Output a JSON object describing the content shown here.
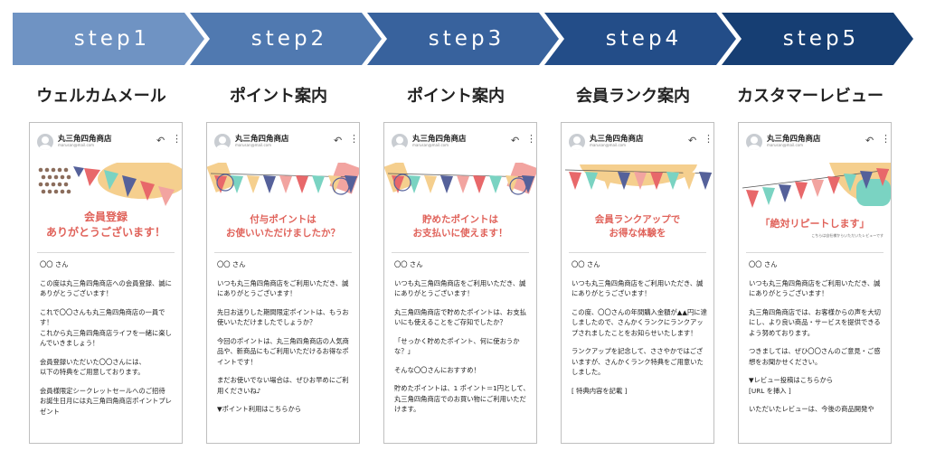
{
  "colors": {
    "steps": [
      "#6f93c3",
      "#5079b0",
      "#38629d",
      "#234d88",
      "#163e73"
    ],
    "headline": "#e0625a",
    "bunting": [
      "#e8686a",
      "#7ad3c2",
      "#f5cf8e",
      "#55619a",
      "#f2a4a0"
    ]
  },
  "steps": [
    "step1",
    "step2",
    "step3",
    "step4",
    "step5"
  ],
  "cards": [
    {
      "title": "ウェルカムメール",
      "shop": "丸三角四角商店",
      "mail": "marusan@mail.com",
      "headline": "会員登録\nありがとうございます！",
      "body": [
        "〇〇 さん",
        "この度は丸三角四角商店への会員登録、誠にありがとうございます！",
        "これで〇〇さんも丸三角四角商店の一員です！\nこれから丸三角四角商店ライフを一緒に楽しんでいきましょう！",
        "会員登録いただいた〇〇さんには、\n以下の特典をご用意しております。",
        "会員様限定シークレットセールへのご招待\nお誕生日月には丸三角四角商店ポイントプレゼント"
      ]
    },
    {
      "title": "ポイント案内",
      "shop": "丸三角四角商店",
      "mail": "marusan@mail.com",
      "headline": "付与ポイントは\nお使いいただけましたか？",
      "body": [
        "〇〇 さん",
        "いつも丸三角四角商店をご利用いただき、誠にありがとうございます！",
        "先日お送りした期間限定ポイントは、もうお使いいただけましたでしょうか？",
        "今回のポイントは、丸三角四角商店の人気商品や、新商品にもご利用いただけるお得なポイントです！",
        "まだお使いでない場合は、ぜひお早めにご利用くださいね♪",
        "▼ポイント利用はこちらから"
      ]
    },
    {
      "title": "ポイント案内",
      "shop": "丸三角四角商店",
      "mail": "marusan@mail.com",
      "headline": "貯めたポイントは\nお支払いに使えます！",
      "body": [
        "〇〇 さん",
        "いつも丸三角四角商店をご利用いただき、誠にありがとうございます！",
        "丸三角四角商店で貯めたポイントは、お支払いにも使えることをご存知でしたか？",
        "「せっかく貯めたポイント、何に使おうかな？」",
        "そんな〇〇さんにおすすめ！",
        "貯めたポイントは、1 ポイント＝1円として、丸三角四角商店でのお買い物にご利用いただけます。"
      ]
    },
    {
      "title": "会員ランク案内",
      "shop": "丸三角四角商店",
      "mail": "marusan@mail.com",
      "headline": "会員ランクアップで\nお得な体験を",
      "body": [
        "〇〇 さん",
        "いつも丸三角四角商店をご利用いただき、誠にありがとうございます！",
        "この度、〇〇さんの年間購入金額が▲▲円に達しましたので、さんかくランクにランクアップされましたことをお知らせいたします！",
        "ランクアップを記念して、ささやかではございますが、さんかくランク特典をご用意いたしました。",
        "[ 特典内容を記載 ]"
      ]
    },
    {
      "title": "カスタマーレビュー",
      "shop": "丸三角四角商店",
      "mail": "marusan@mail.com",
      "headline": "「絶対リピートします」",
      "note": "こちらは自社様からいただいたレビューです",
      "body": [
        "〇〇 さん",
        "いつも丸三角四角商店をご利用いただき、誠にありがとうございます！",
        "丸三角四角商店では、お客様からの声を大切にし、より良い商品・サービスを提供できるよう努めております。",
        "つきましては、ぜひ〇〇さんのご意見・ご感想をお聞かせください。",
        "▼レビュー投稿はこちらから\n[URL を挿入 ]",
        "いただいたレビューは、今後の商品開発や"
      ]
    }
  ]
}
